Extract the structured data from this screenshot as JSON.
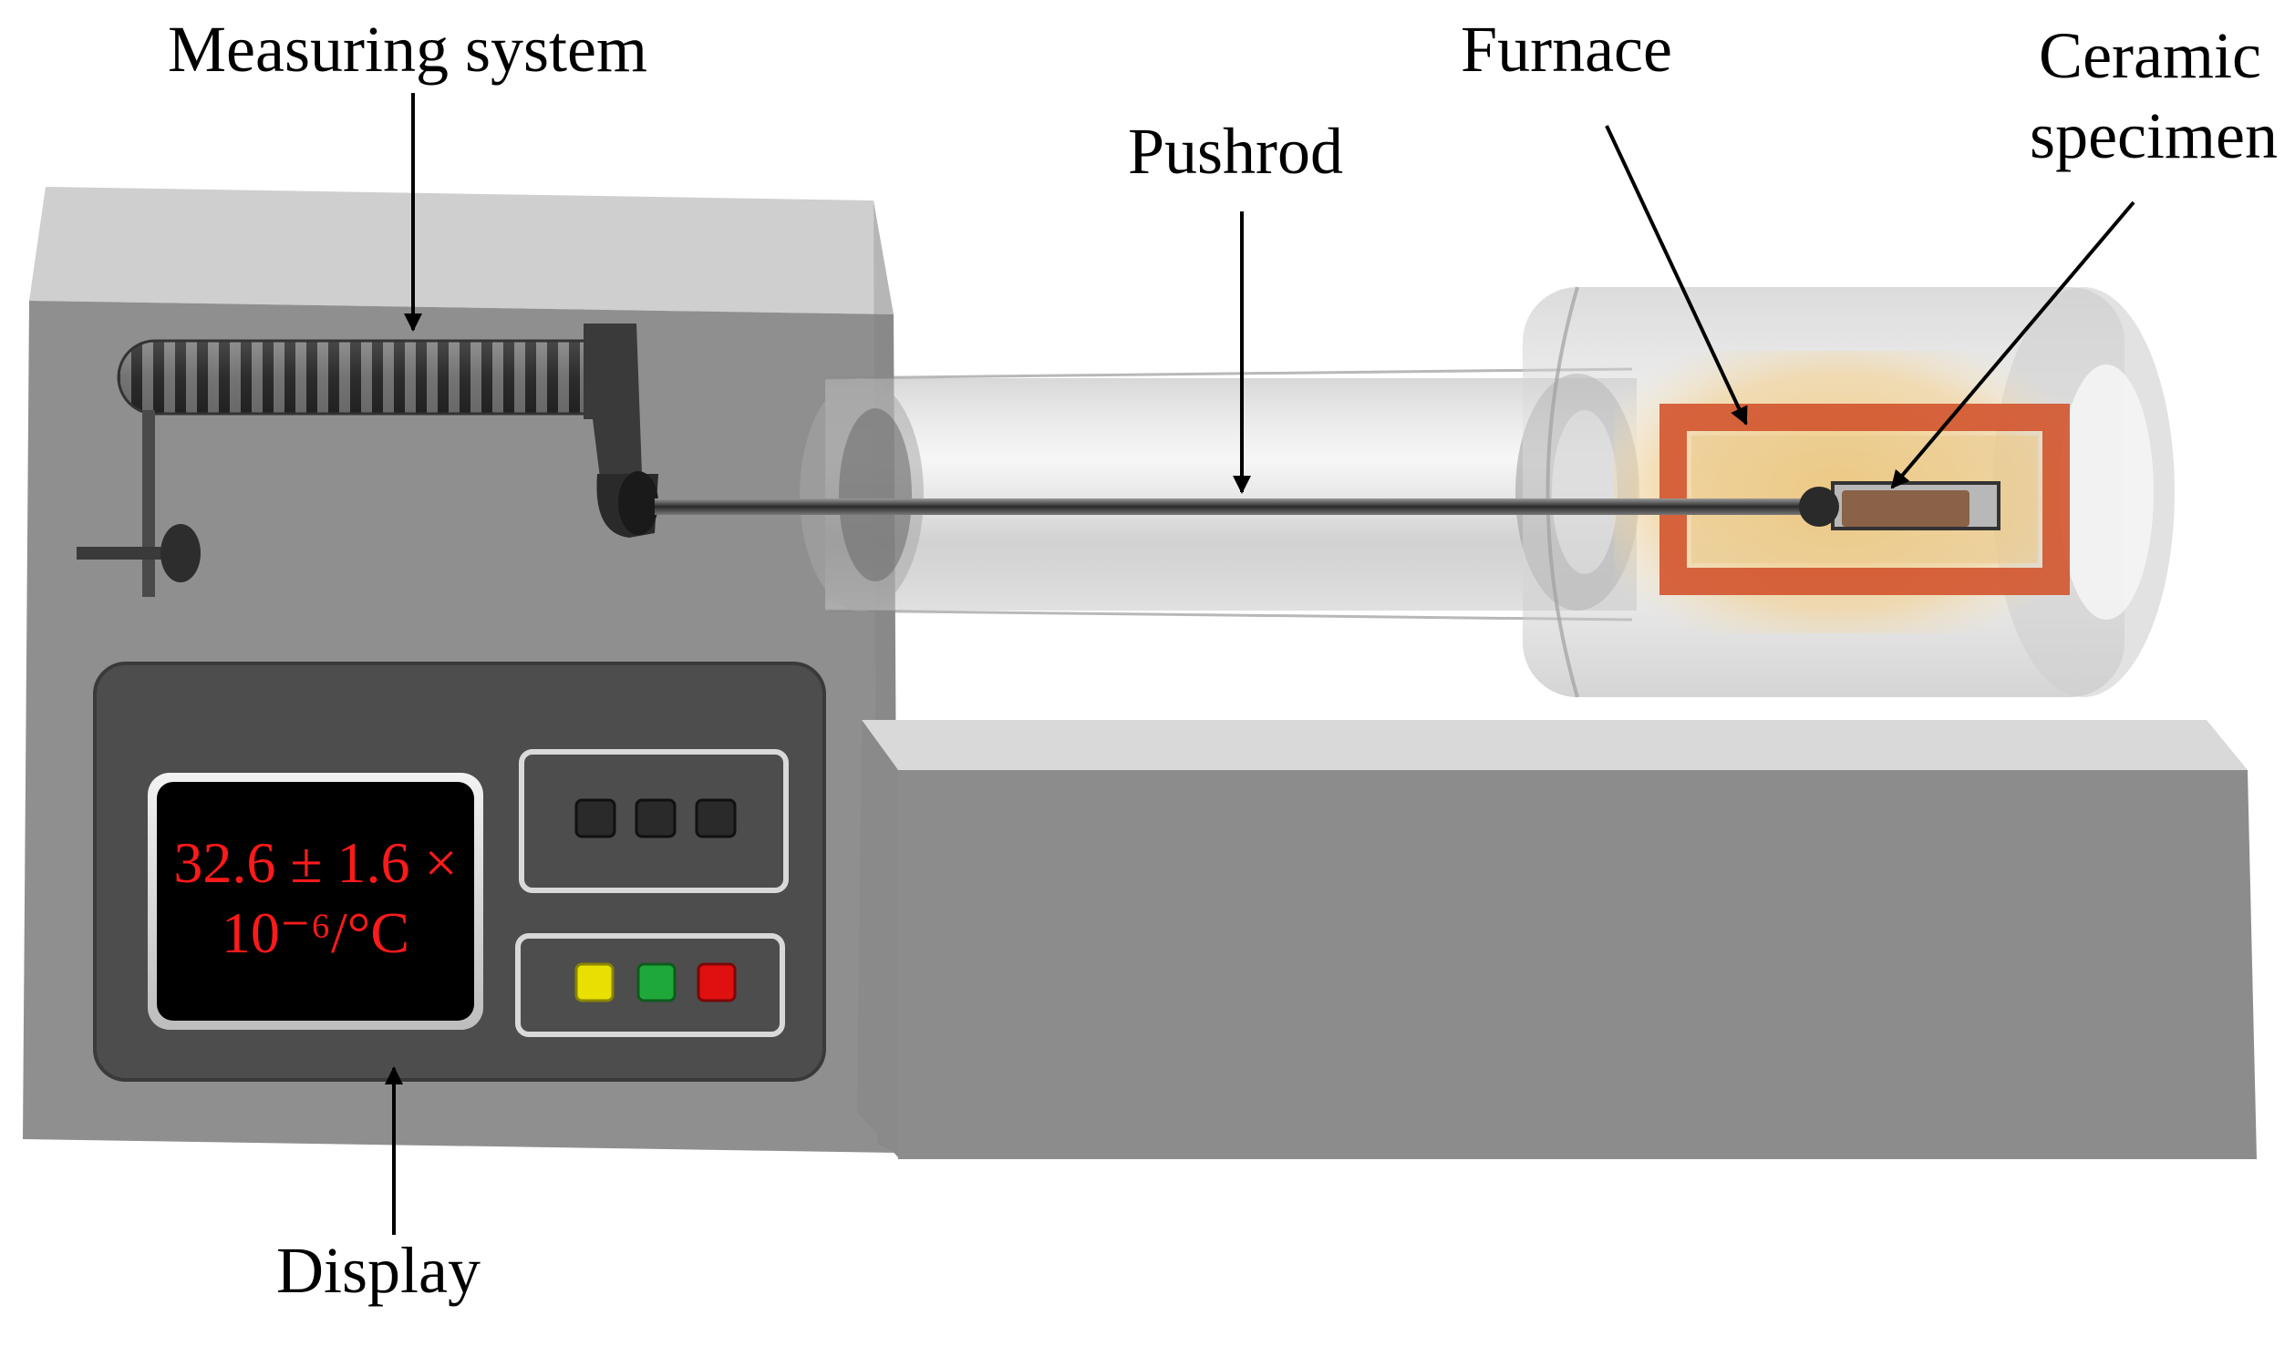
{
  "labels": {
    "measuring_system": "Measuring system",
    "pushrod": "Pushrod",
    "furnace": "Furnace",
    "ceramic_specimen_line1": "Ceramic",
    "ceramic_specimen_line2": "specimen",
    "display": "Display"
  },
  "display_readout": {
    "line1": "32.6 ± 1.6 ×",
    "line2": "10⁻⁶/°C"
  },
  "colors": {
    "readout_text": "#ff1a1a",
    "screen_bg": "#000000",
    "button_yellow": "#e8e000",
    "button_green": "#1fa83a",
    "button_red": "#e01010",
    "furnace_heater": "#d2542e",
    "specimen": "#8a6248"
  }
}
